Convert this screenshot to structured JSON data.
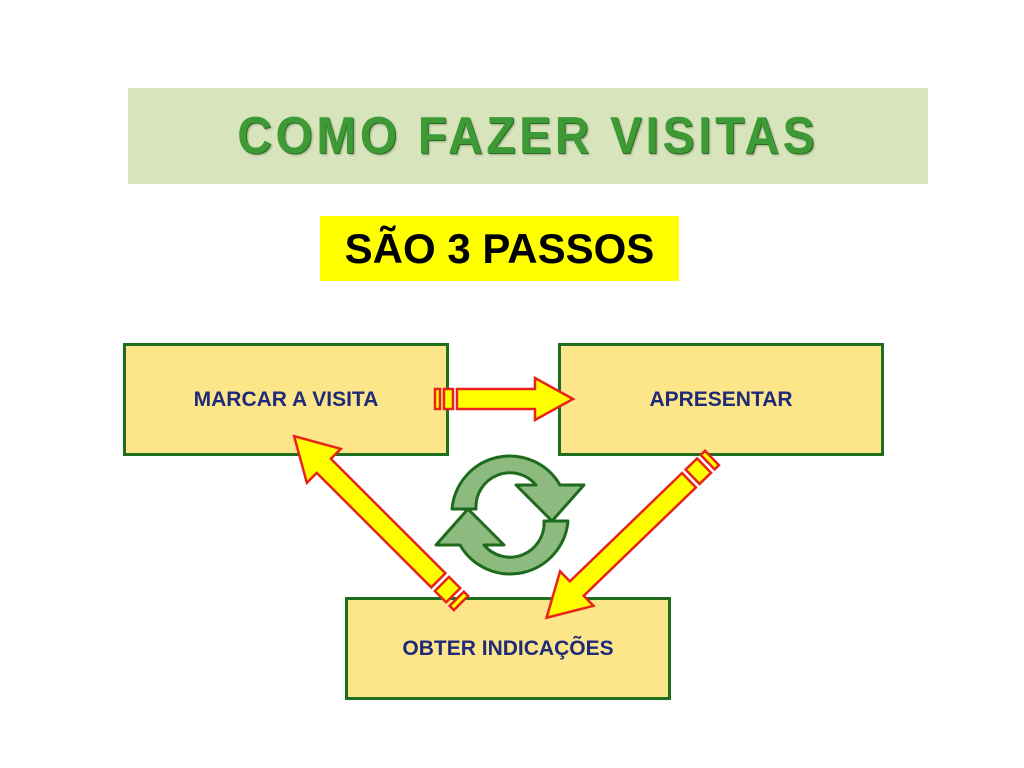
{
  "title": "COMO FAZER VISITAS",
  "subtitle": "SÃO 3 PASSOS",
  "steps": {
    "marcar": "MARCAR A VISITA",
    "apresentar": "APRESENTAR",
    "obter": "OBTER INDICAÇÕES"
  },
  "colors": {
    "banner": "#d8e4bc",
    "title_text": "#3d9a34",
    "subtitle_highlight": "#ffff00",
    "box_fill": "#fde68a",
    "box_border": "#1f6e1f",
    "box_text": "#1f2a78",
    "arrow_fill": "#ffff00",
    "arrow_border": "#e8231b",
    "cycle_icon": "#8dbb7f"
  },
  "icons": [
    "striped-arrow-icon",
    "cycle-refresh-icon"
  ]
}
